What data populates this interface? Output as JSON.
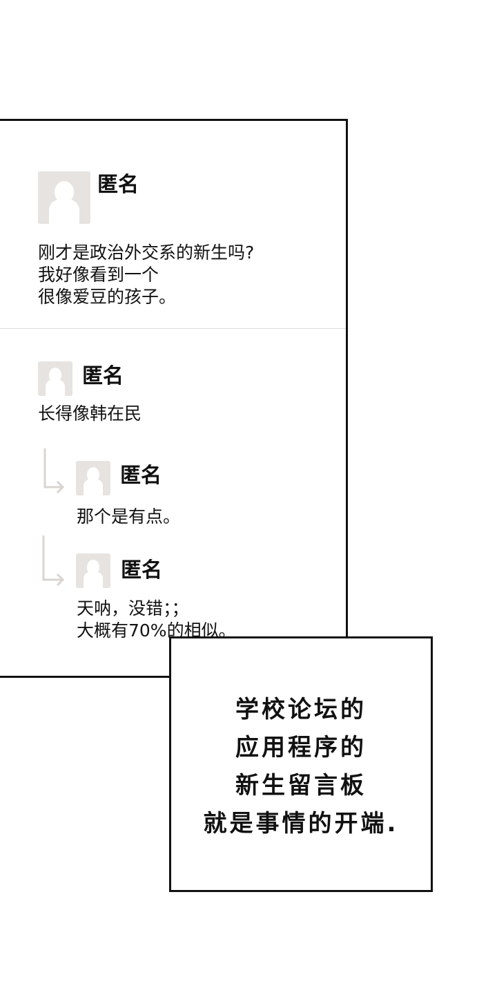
{
  "posts": [
    {
      "author": "匿名",
      "body": "刚才是政治外交系的新生吗?\n我好像看到一个\n很像爱豆的孩子。"
    },
    {
      "author": "匿名",
      "body": "长得像韩在民",
      "replies": [
        {
          "author": "匿名",
          "body": "那个是有点。"
        },
        {
          "author": "匿名",
          "body": "天呐，没错；；\n大概有70%的相似。"
        }
      ]
    }
  ],
  "caption": {
    "lines": [
      "学校论坛的",
      "应用程序的",
      "新生留言板",
      "就是事情的开端."
    ]
  },
  "colors": {
    "avatar": "#e6e3e0",
    "arrow": "#d8d4d0",
    "border": "#111111"
  }
}
